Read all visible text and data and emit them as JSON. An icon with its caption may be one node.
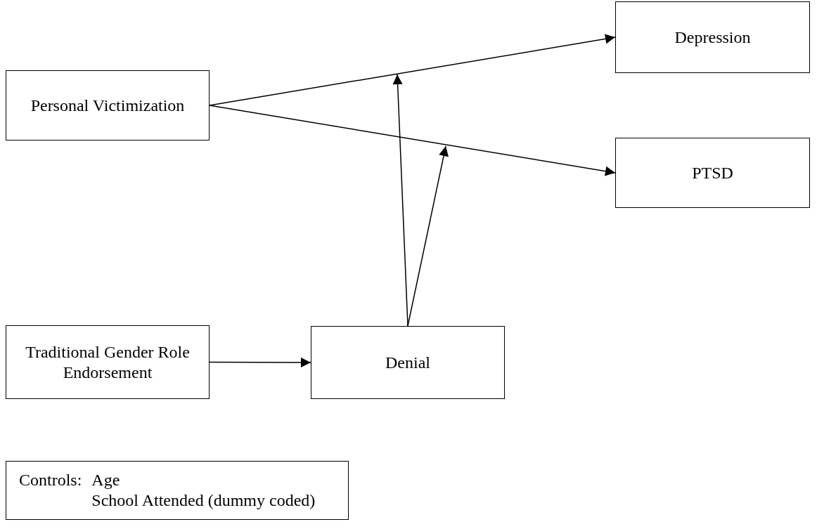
{
  "diagram": {
    "nodes": [
      {
        "text": [
          "Personal Victimization"
        ]
      },
      {
        "text": [
          "Depression"
        ]
      },
      {
        "text": [
          "PTSD"
        ]
      },
      {
        "text": [
          "Traditional Gender Role Endorsement"
        ]
      },
      {
        "text": [
          "Denial"
        ]
      },
      {
        "text": [
          "Controls:",
          "Age",
          "School Attended (dummy coded)"
        ]
      }
    ],
    "edges": [
      {
        "from": 0,
        "to": 1,
        "arrow": "to"
      },
      {
        "from": 0,
        "to": 2,
        "arrow": "to"
      },
      {
        "from": 4,
        "to": null,
        "arrow": "to"
      },
      {
        "from": 4,
        "to": null,
        "arrow": "to"
      },
      {
        "from": 3,
        "to": 4,
        "arrow": "to"
      }
    ]
  }
}
